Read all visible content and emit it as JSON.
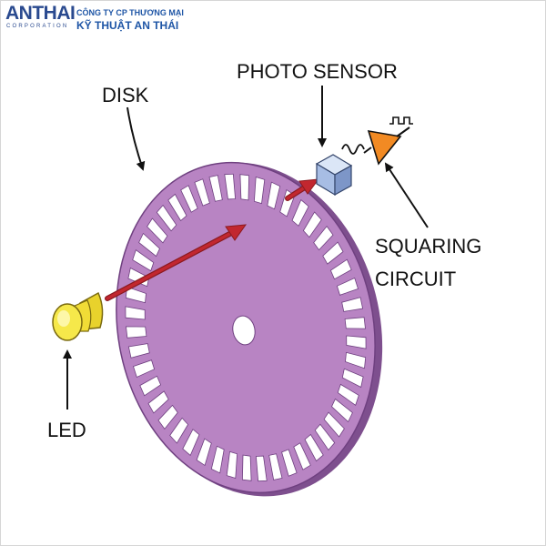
{
  "logo": {
    "brand": "ANTHAI",
    "corporation": "CORPORATION",
    "company_line1": "CÔNG TY CP THƯƠNG MẠI",
    "company_line2": "KỸ THUẬT AN THÁI"
  },
  "labels": {
    "disk": "DISK",
    "photo_sensor": "PHOTO SENSOR",
    "squaring_line1": "SQUARING",
    "squaring_line2": "CIRCUIT",
    "led": "LED"
  },
  "colors": {
    "disk_face": "#b884c3",
    "disk_edge": "#7e4f8e",
    "beam": "#b8202a",
    "led": "#f4e23a",
    "sensor": "#9fb8e3",
    "amplifier": "#f28a23",
    "brand": "#2a4a8f"
  },
  "disk": {
    "slot_count": 48
  }
}
